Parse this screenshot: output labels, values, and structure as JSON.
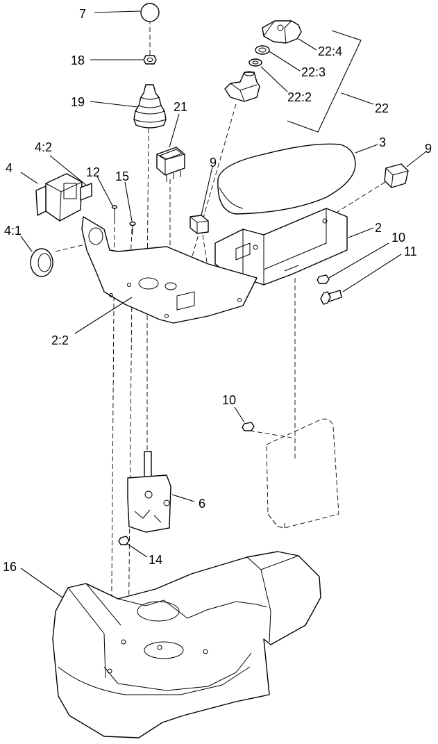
{
  "callouts": [
    {
      "id": "c7",
      "text": "7"
    },
    {
      "id": "c18",
      "text": "18"
    },
    {
      "id": "c19",
      "text": "19"
    },
    {
      "id": "c21",
      "text": "21"
    },
    {
      "id": "c22_4",
      "text": "22:4"
    },
    {
      "id": "c22_3",
      "text": "22:3"
    },
    {
      "id": "c22_2",
      "text": "22:2"
    },
    {
      "id": "c22",
      "text": "22"
    },
    {
      "id": "c3",
      "text": "3"
    },
    {
      "id": "c9a",
      "text": "9"
    },
    {
      "id": "c9b",
      "text": "9"
    },
    {
      "id": "c4_2",
      "text": "4:2"
    },
    {
      "id": "c4",
      "text": "4"
    },
    {
      "id": "c12",
      "text": "12"
    },
    {
      "id": "c15",
      "text": "15"
    },
    {
      "id": "c4_1",
      "text": "4:1"
    },
    {
      "id": "c2",
      "text": "2"
    },
    {
      "id": "c10a",
      "text": "10"
    },
    {
      "id": "c11",
      "text": "11"
    },
    {
      "id": "c2_2",
      "text": "2:2"
    },
    {
      "id": "c10b",
      "text": "10"
    },
    {
      "id": "c6",
      "text": "6"
    },
    {
      "id": "c14",
      "text": "14"
    },
    {
      "id": "c16",
      "text": "16"
    }
  ]
}
